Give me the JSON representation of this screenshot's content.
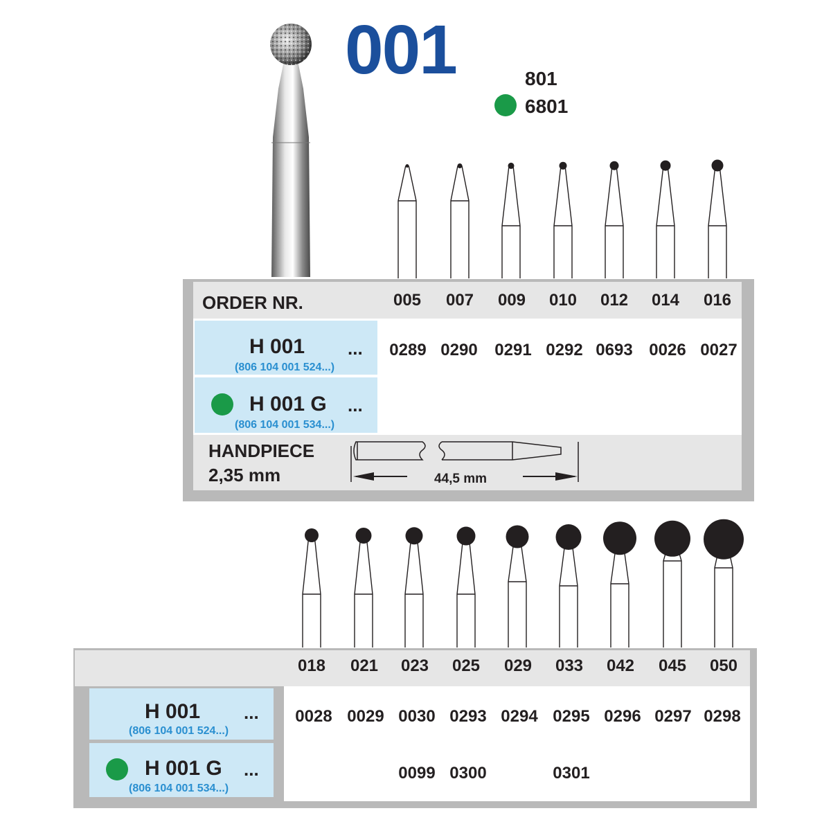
{
  "title": {
    "code": "001",
    "alt_code_1": "801",
    "alt_code_2": "6801"
  },
  "table1": {
    "header_label": "ORDER NR.",
    "sizes": [
      "005",
      "007",
      "009",
      "010",
      "012",
      "014",
      "016"
    ],
    "row1": {
      "name": "H 001",
      "dots": "...",
      "sub": "(806 104 001 524...)",
      "codes": [
        "0289",
        "0290",
        "0291",
        "0292",
        "0693",
        "0026",
        "0027"
      ]
    },
    "row2": {
      "name": "H 001 G",
      "dots": "...",
      "sub": "(806 104 001 534...)"
    },
    "handpiece": {
      "label": "HANDPIECE",
      "size": "2,35 mm",
      "length": "44,5 mm"
    }
  },
  "table2": {
    "sizes": [
      "018",
      "021",
      "023",
      "025",
      "029",
      "033",
      "042",
      "045",
      "050"
    ],
    "row1": {
      "name": "H 001",
      "dots": "...",
      "sub": "(806 104 001 524...)",
      "codes": [
        "0028",
        "0029",
        "0030",
        "0293",
        "0294",
        "0295",
        "0296",
        "0297",
        "0298"
      ]
    },
    "row2": {
      "name": "H 001 G",
      "dots": "...",
      "sub": "(806 104 001 534...)",
      "codes": [
        "",
        "",
        "0099",
        "0300",
        "",
        "0301",
        "",
        "",
        ""
      ]
    }
  },
  "colors": {
    "brand_blue": "#1b4f9c",
    "green_dot": "#1a9a48",
    "sub_blue": "#2a8fd0",
    "row_blue": "#cde8f6"
  },
  "icons": [
    "round-bur-photo",
    "bur-drawing",
    "shank-diagram"
  ]
}
